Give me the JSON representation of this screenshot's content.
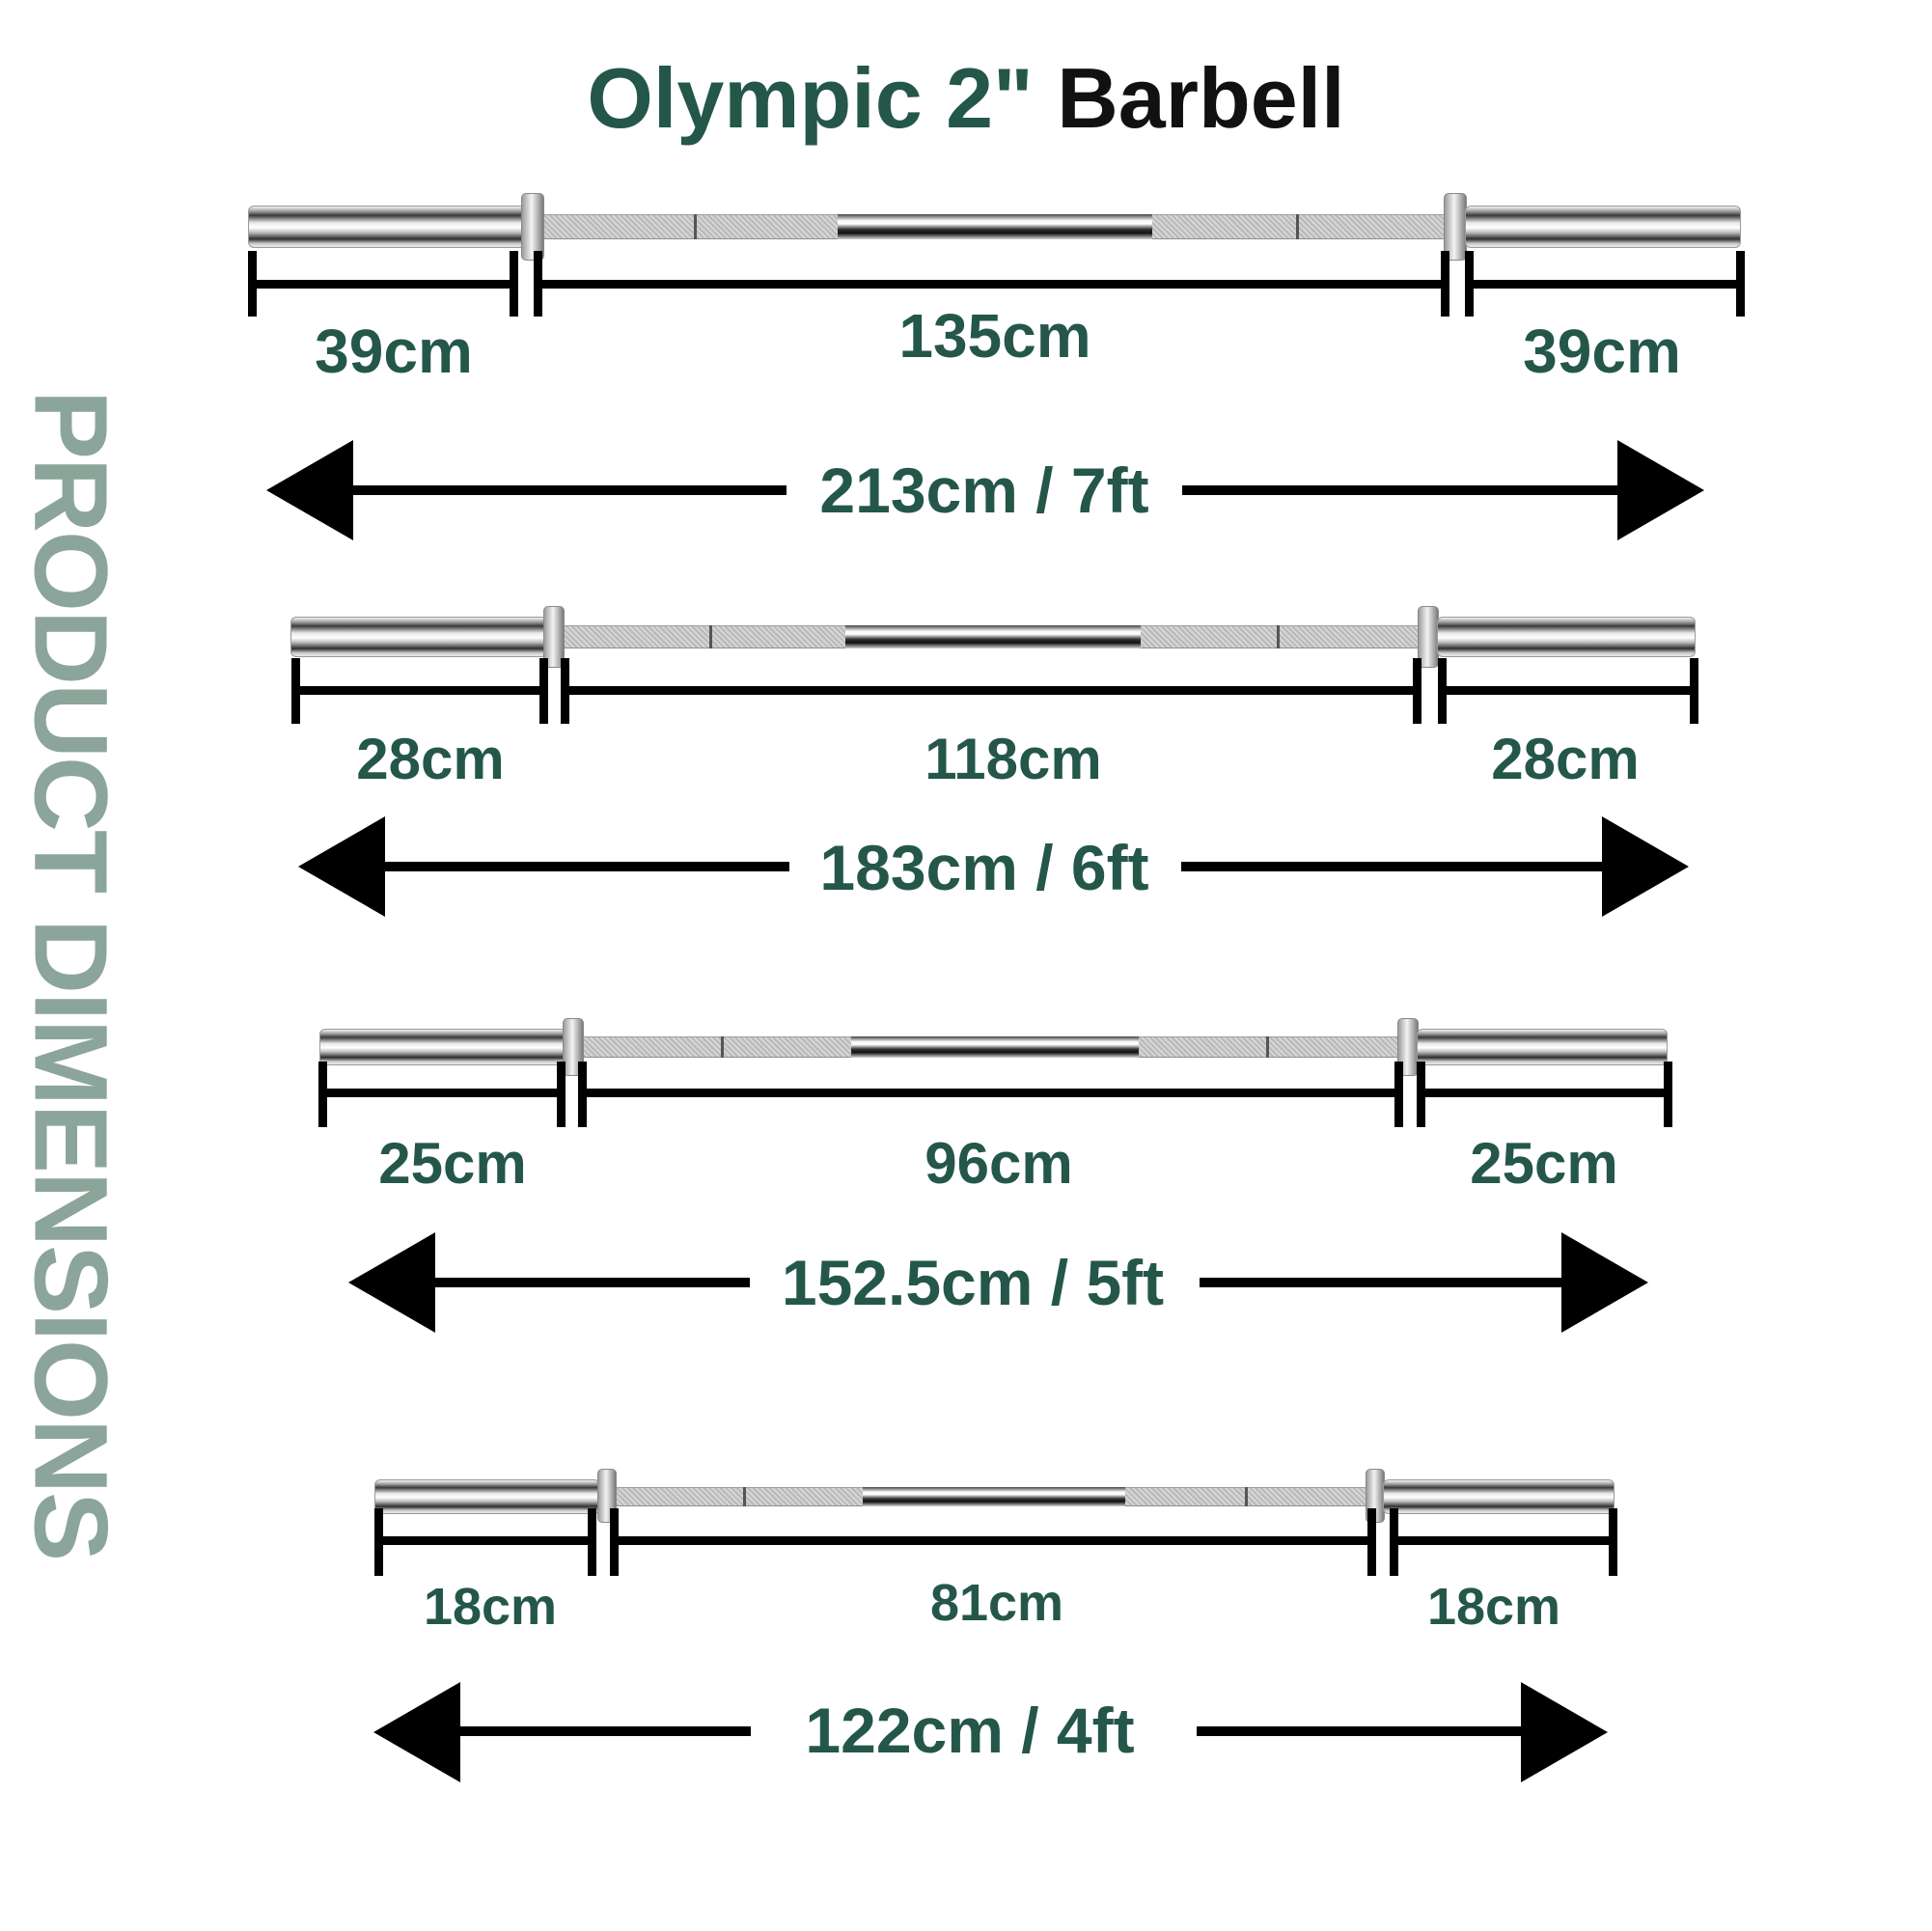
{
  "title": {
    "part1": "Olympic 2\"",
    "part2": "Barbell",
    "color_green": "#24574A",
    "color_black": "#111111"
  },
  "side_label": {
    "text": "PRODUCT DIMENSIONS",
    "color": "#8BA59B"
  },
  "bars": [
    {
      "name": "7ft barbell",
      "left_sleeve": "39cm",
      "shaft": "135cm",
      "right_sleeve": "39cm",
      "total": "213cm / 7ft"
    },
    {
      "name": "6ft barbell",
      "left_sleeve": "28cm",
      "shaft": "118cm",
      "right_sleeve": "28cm",
      "total": "183cm / 6ft"
    },
    {
      "name": "5ft barbell",
      "left_sleeve": "25cm",
      "shaft": "96cm",
      "right_sleeve": "25cm",
      "total": "152.5cm / 5ft"
    },
    {
      "name": "4ft barbell",
      "left_sleeve": "18cm",
      "shaft": "81cm",
      "right_sleeve": "18cm",
      "total": "122cm / 4ft"
    }
  ],
  "colors": {
    "label_text": "#24574A",
    "brackets_arrows": "#000000",
    "background": "#ffffff"
  }
}
